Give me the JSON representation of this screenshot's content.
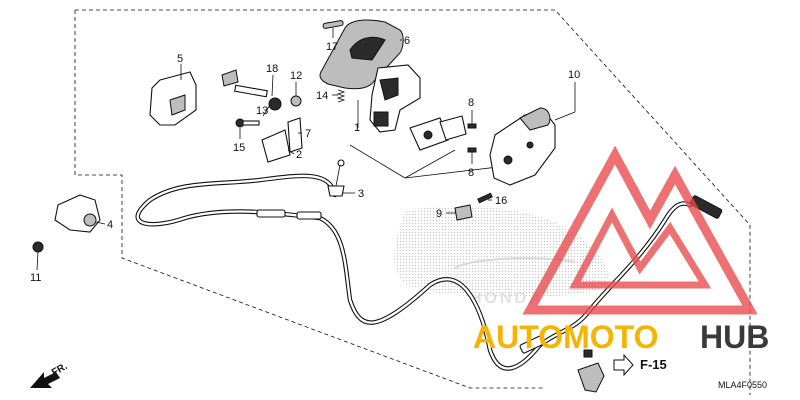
{
  "diagram": {
    "code": "MLA4F0550",
    "front_label": "FR.",
    "reference_label": "F-15",
    "watermark": {
      "text_part1": "AUTOMOTO",
      "text_part2": "HUB",
      "color_part1": "#f5b400",
      "color_part2": "#3a3a3a",
      "logo_color": "#e8484c"
    },
    "brand_logo_text": "HONDA",
    "callouts": [
      "1",
      "2",
      "3",
      "4",
      "5",
      "6",
      "7",
      "8",
      "8",
      "9",
      "10",
      "11",
      "12",
      "13",
      "14",
      "15",
      "16",
      "17",
      "18"
    ]
  }
}
